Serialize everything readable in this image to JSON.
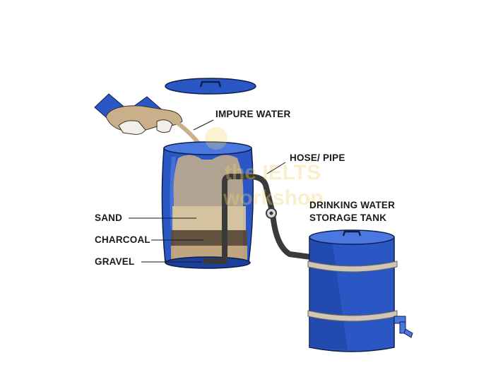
{
  "labels": {
    "impure_water": "IMPURE WATER",
    "hose_pipe": "HOSE/ PIPE",
    "tank_line1": "DRINKING WATER",
    "tank_line2": "STORAGE TANK",
    "sand": "SAND",
    "charcoal": "CHARCOAL",
    "gravel": "GRAVEL"
  },
  "watermark": {
    "line1": "the IELTS",
    "line2": "workshop"
  },
  "colors": {
    "barrel_blue": "#2a57c4",
    "barrel_dark": "#1c3f9e",
    "barrel_light": "#4a78e0",
    "water": "#c9b08a",
    "sand": "#d9c7a2",
    "charcoal": "#5a4a38",
    "gravel": "#c2a57e",
    "hose": "#3a3a3a",
    "band": "#cfc6b8"
  }
}
